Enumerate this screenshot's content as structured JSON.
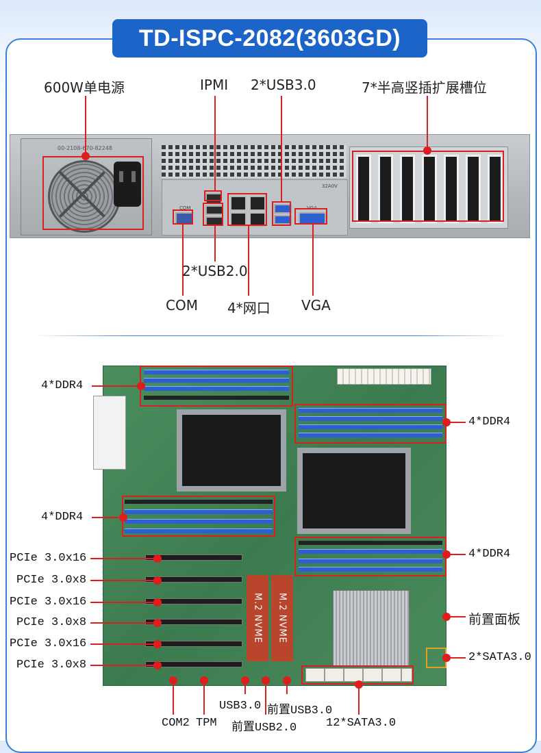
{
  "title": "TD-ISPC-2082(3603GD)",
  "rear_panel": {
    "psu_label": "600W单电源",
    "ipmi_label": "IPMI",
    "usb30_label": "2*USB3.0",
    "slots_label": "7*半高竖插扩展槽位",
    "usb20_label": "2*USB2.0",
    "com_label": "COM",
    "lan_label": "4*网口",
    "vga_label": "VGA",
    "silkscreen_text": "00-2108-670-82248",
    "vga_small": "VGA",
    "com_small": "COM",
    "power_small": "32A0V"
  },
  "motherboard": {
    "left_labels": [
      "4*DDR4",
      "4*DDR4",
      "PCIe 3.0x16",
      "PCIe 3.0x8",
      "PCIe 3.0x16",
      "PCIe 3.0x8",
      "PCIe 3.0x16",
      "PCIe 3.0x8"
    ],
    "right_labels": [
      "4*DDR4",
      "4*DDR4",
      "前置面板",
      "2*SATA3.0"
    ],
    "bottom_labels": [
      "USB3.0",
      "前置USB3.0",
      "COM2",
      "TPM",
      "前置USB2.0",
      "12*SATA3.0"
    ],
    "nvme_labels": [
      "M.2 NVME",
      "M.2 NVME"
    ]
  },
  "colors": {
    "title_bg": "#1d64c9",
    "annotation": "#d92020",
    "frame": "#3a7fd6"
  }
}
